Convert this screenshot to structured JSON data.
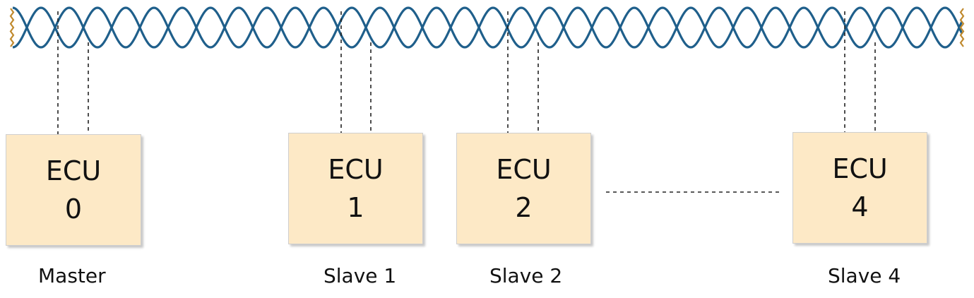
{
  "colors": {
    "bus_wire": "#1f5f8b",
    "terminator": "#c08a2e",
    "ecu_fill": "#fde9c6",
    "connector": "#222222"
  },
  "nodes": [
    {
      "title": "ECU",
      "number": "0",
      "role": "Master"
    },
    {
      "title": "ECU",
      "number": "1",
      "role": "Slave 1"
    },
    {
      "title": "ECU",
      "number": "2",
      "role": "Slave 2"
    },
    {
      "title": "ECU",
      "number": "4",
      "role": "Slave 4"
    }
  ]
}
